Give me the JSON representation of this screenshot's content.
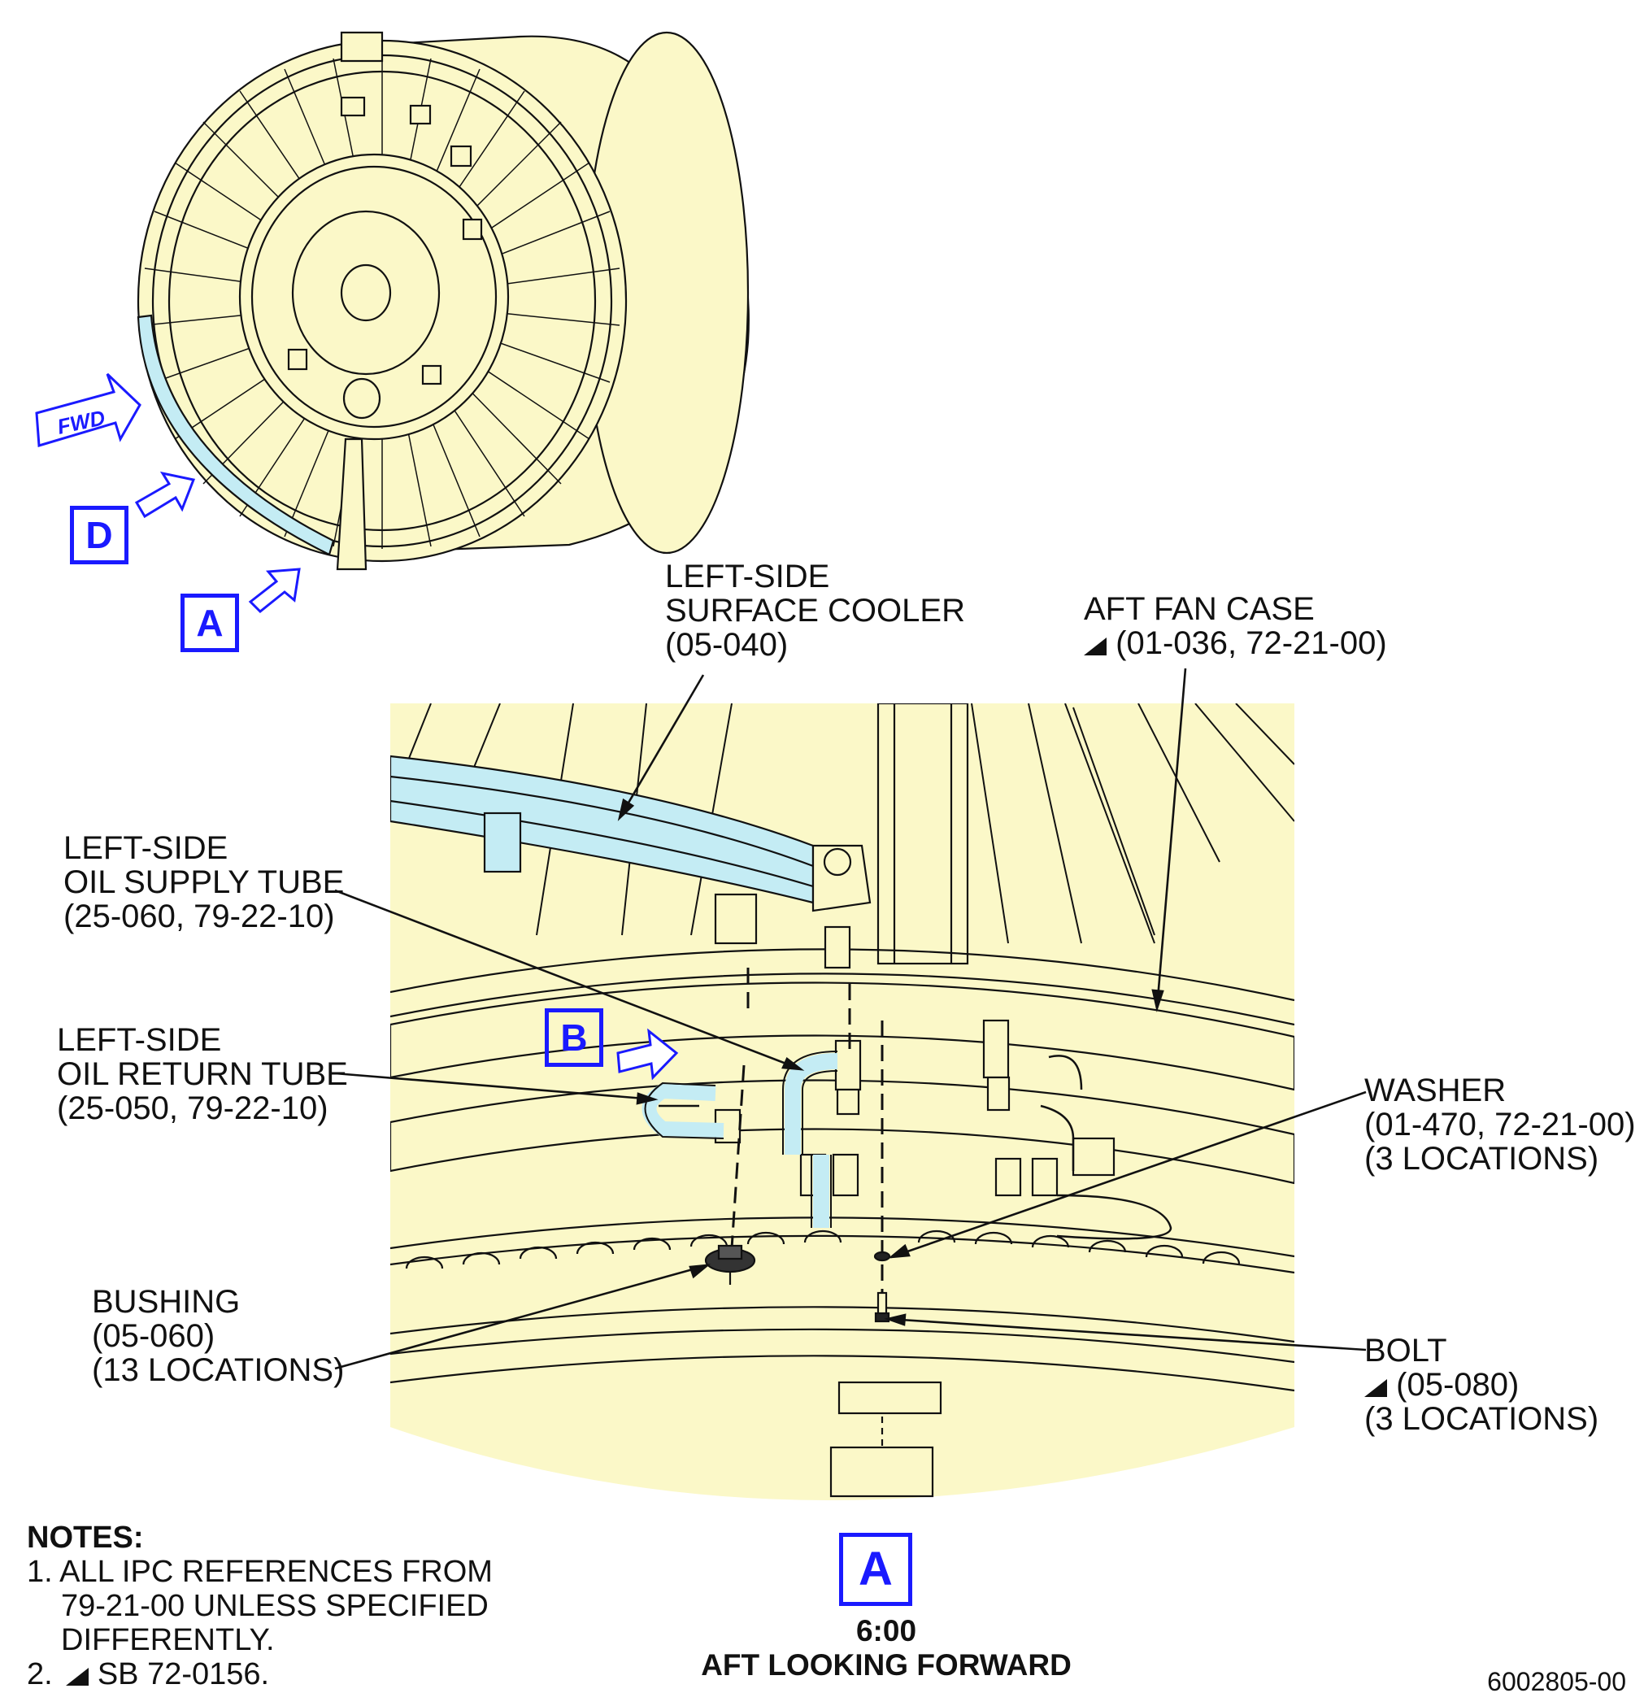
{
  "direction_arrow": {
    "label": "FWD"
  },
  "view_callouts": {
    "overview_a": "A",
    "overview_d": "D",
    "detail_b": "B",
    "view_a": "A"
  },
  "callouts": {
    "surface_cooler": [
      "LEFT-SIDE",
      "SURFACE COOLER",
      "(05-040)"
    ],
    "aft_fan_case": [
      "AFT FAN CASE",
      "(01-036, 72-21-00)"
    ],
    "oil_supply_tube": [
      "LEFT-SIDE",
      "OIL SUPPLY TUBE",
      "(25-060, 79-22-10)"
    ],
    "oil_return_tube": [
      "LEFT-SIDE",
      "OIL RETURN TUBE",
      "(25-050, 79-22-10)"
    ],
    "washer": [
      "WASHER",
      "(01-470, 72-21-00)",
      "(3 LOCATIONS)"
    ],
    "bushing": [
      "BUSHING",
      "(05-060)",
      "(13 LOCATIONS)"
    ],
    "bolt": [
      "BOLT",
      "(05-080)",
      "(3 LOCATIONS)"
    ]
  },
  "notes": {
    "heading": "NOTES:",
    "items": [
      "1. ALL IPC REFERENCES FROM",
      "79-21-00 UNLESS SPECIFIED",
      "DIFFERENTLY.",
      "2.",
      "SB 72-0156."
    ]
  },
  "view_caption": {
    "clock": "6:00",
    "direction": "AFT LOOKING FORWARD"
  },
  "figure_number": "6002805-00",
  "colors": {
    "part_fill": "#fbf8c8",
    "highlight": "#c4ecf4",
    "callout_blue": "#1a1aff",
    "line": "#111111"
  }
}
